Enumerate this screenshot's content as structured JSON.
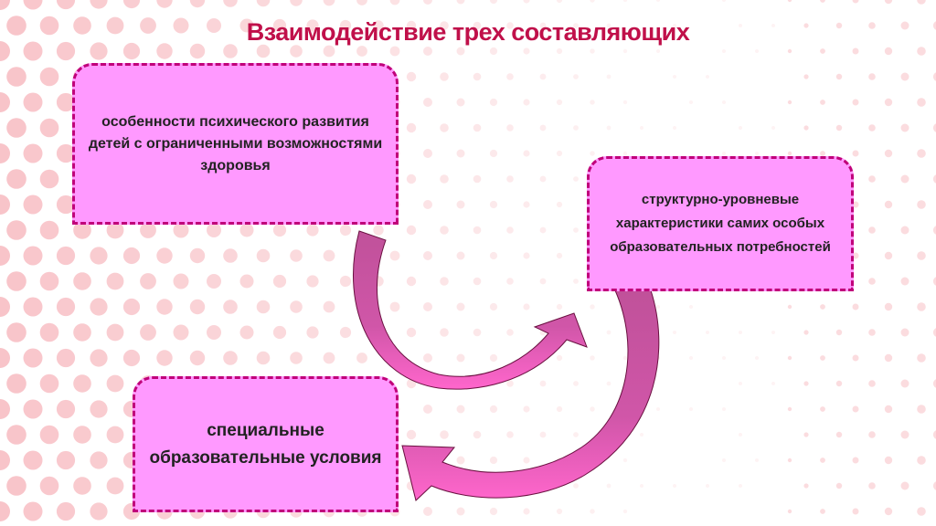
{
  "slide": {
    "title": "Взаимодействие трех составляющих",
    "boxes": [
      {
        "text": "особенности психического развития детей с ограниченными возможностями здоровья"
      },
      {
        "text": "структурно-уровневые характеристики самих особых образовательных потребностей"
      },
      {
        "text": "специальные образовательные условия"
      }
    ]
  },
  "colors": {
    "title": "#c0104a",
    "box_fill": "#ff99ff",
    "box_border": "#c0007a",
    "arrow_dark": "#c0519a",
    "arrow_light": "#ff66cc"
  }
}
